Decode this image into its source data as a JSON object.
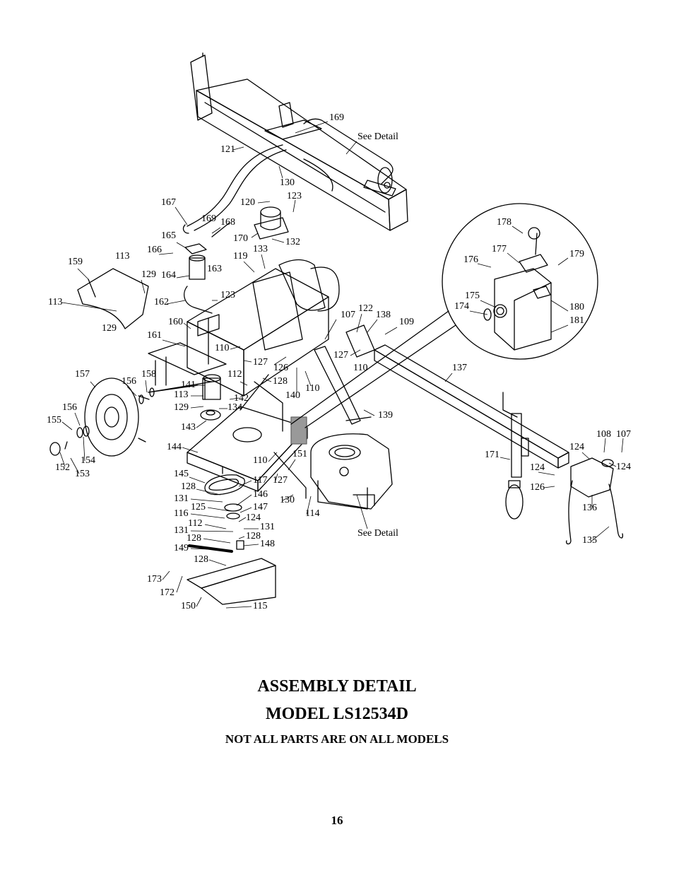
{
  "title": "ASSEMBLY DETAIL",
  "model": "MODEL LS12534D",
  "note": "NOT ALL PARTS ARE ON ALL MODELS",
  "page_number": "16",
  "callouts": [
    {
      "text": "169"
    },
    {
      "text": "See Detail"
    },
    {
      "text": "121"
    },
    {
      "text": "130"
    },
    {
      "text": "120"
    },
    {
      "text": "123"
    },
    {
      "text": "167"
    },
    {
      "text": "169"
    },
    {
      "text": "168"
    },
    {
      "text": "170"
    },
    {
      "text": "132"
    },
    {
      "text": "165"
    },
    {
      "text": "133"
    },
    {
      "text": "166"
    },
    {
      "text": "119"
    },
    {
      "text": "113"
    },
    {
      "text": "159"
    },
    {
      "text": "129"
    },
    {
      "text": "164"
    },
    {
      "text": "163"
    },
    {
      "text": "123"
    },
    {
      "text": "113"
    },
    {
      "text": "162"
    },
    {
      "text": "129"
    },
    {
      "text": "160"
    },
    {
      "text": "161"
    },
    {
      "text": "107"
    },
    {
      "text": "122"
    },
    {
      "text": "138"
    },
    {
      "text": "109"
    },
    {
      "text": "127"
    },
    {
      "text": "110"
    },
    {
      "text": "127"
    },
    {
      "text": "126"
    },
    {
      "text": "110"
    },
    {
      "text": "157"
    },
    {
      "text": "158"
    },
    {
      "text": "156"
    },
    {
      "text": "141"
    },
    {
      "text": "112"
    },
    {
      "text": "128"
    },
    {
      "text": "113"
    },
    {
      "text": "142"
    },
    {
      "text": "129"
    },
    {
      "text": "134"
    },
    {
      "text": "140"
    },
    {
      "text": "110"
    },
    {
      "text": "156"
    },
    {
      "text": "155"
    },
    {
      "text": "143"
    },
    {
      "text": "139"
    },
    {
      "text": "137"
    },
    {
      "text": "144"
    },
    {
      "text": "110"
    },
    {
      "text": "151"
    },
    {
      "text": "154"
    },
    {
      "text": "152"
    },
    {
      "text": "153"
    },
    {
      "text": "145"
    },
    {
      "text": "128"
    },
    {
      "text": "117"
    },
    {
      "text": "127"
    },
    {
      "text": "131"
    },
    {
      "text": "146"
    },
    {
      "text": "125"
    },
    {
      "text": "147"
    },
    {
      "text": "130"
    },
    {
      "text": "114"
    },
    {
      "text": "116"
    },
    {
      "text": "124"
    },
    {
      "text": "112"
    },
    {
      "text": "131"
    },
    {
      "text": "131"
    },
    {
      "text": "128"
    },
    {
      "text": "128"
    },
    {
      "text": "148"
    },
    {
      "text": "149"
    },
    {
      "text": "See Detail"
    },
    {
      "text": "128"
    },
    {
      "text": "173"
    },
    {
      "text": "172"
    },
    {
      "text": "150"
    },
    {
      "text": "115"
    },
    {
      "text": "178"
    },
    {
      "text": "177"
    },
    {
      "text": "176"
    },
    {
      "text": "179"
    },
    {
      "text": "175"
    },
    {
      "text": "174"
    },
    {
      "text": "180"
    },
    {
      "text": "181"
    },
    {
      "text": "171"
    },
    {
      "text": "108"
    },
    {
      "text": "107"
    },
    {
      "text": "124"
    },
    {
      "text": "124"
    },
    {
      "text": "124"
    },
    {
      "text": "126"
    },
    {
      "text": "136"
    },
    {
      "text": "135"
    }
  ]
}
